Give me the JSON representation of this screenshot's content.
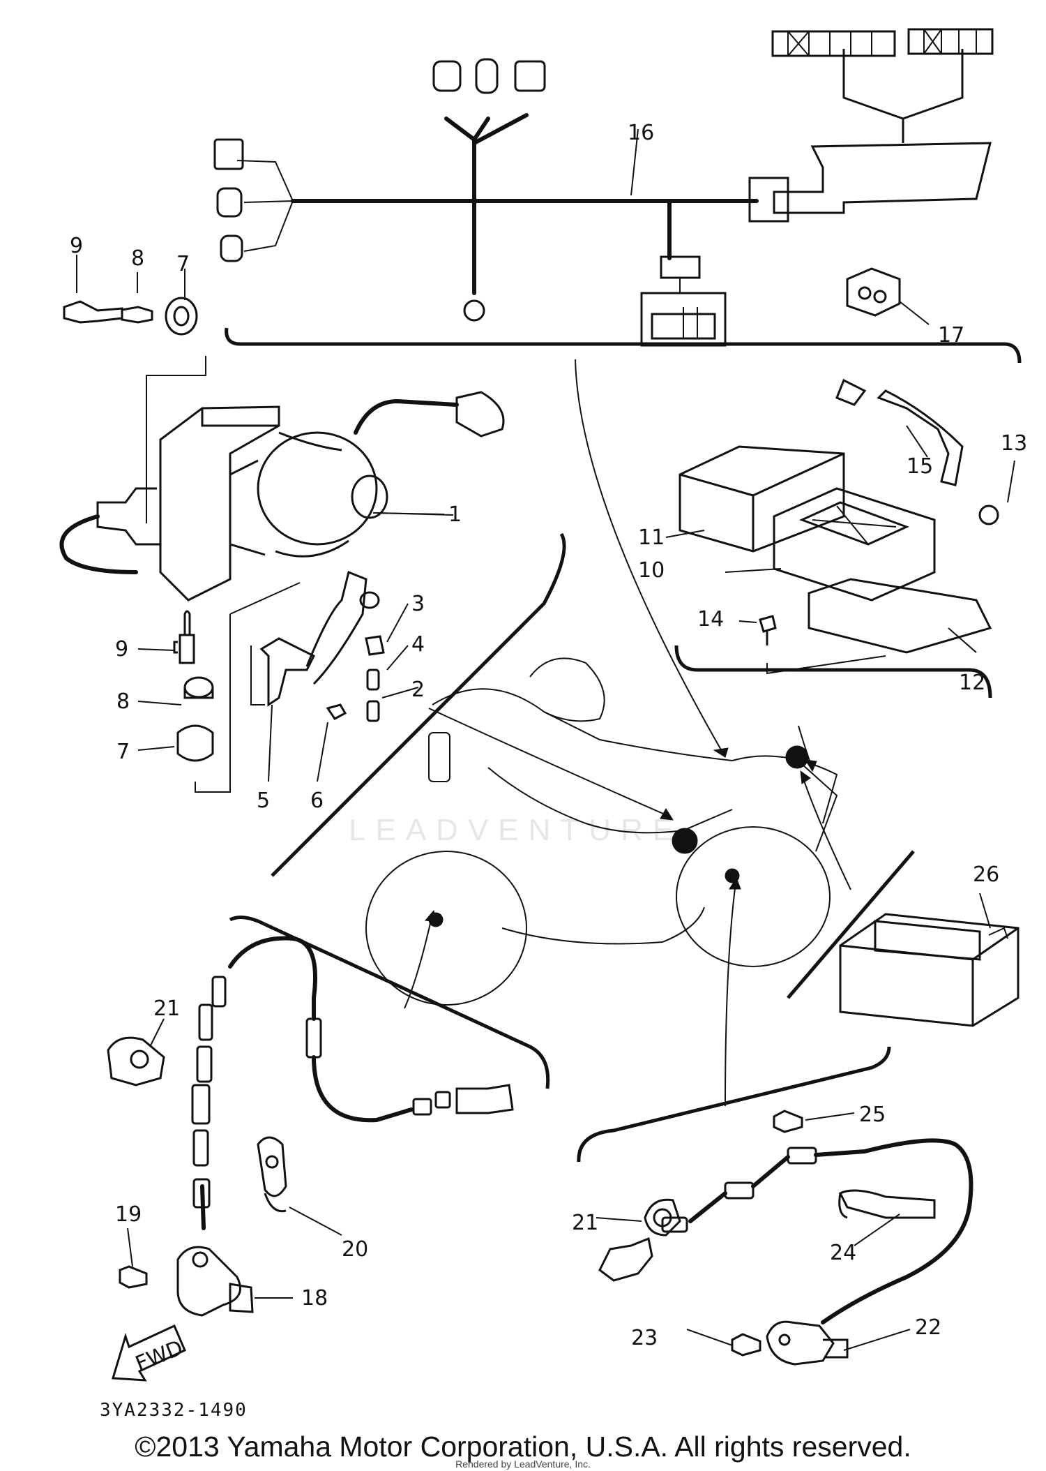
{
  "diagram": {
    "part_code": "3YA2332-1490",
    "copyright": "©2013 Yamaha Motor Corporation, U.S.A. All rights reserved.",
    "render_credit": "Rendered by LeadVenture, Inc.",
    "watermark": "LEADVENTURE",
    "fwd_label": "FWD",
    "callouts": {
      "c1": "1",
      "c2": "2",
      "c3": "3",
      "c4": "4",
      "c5": "5",
      "c6": "6",
      "c7a": "7",
      "c7b": "7",
      "c8a": "8",
      "c8b": "8",
      "c9a": "9",
      "c9b": "9",
      "c10": "10",
      "c11": "11",
      "c12": "12",
      "c13": "13",
      "c14": "14",
      "c15": "15",
      "c16": "16",
      "c17": "17",
      "c18": "18",
      "c19": "19",
      "c20": "20",
      "c21a": "21",
      "c21b": "21",
      "c22": "22",
      "c23": "23",
      "c24": "24",
      "c25": "25",
      "c26": "26"
    }
  }
}
